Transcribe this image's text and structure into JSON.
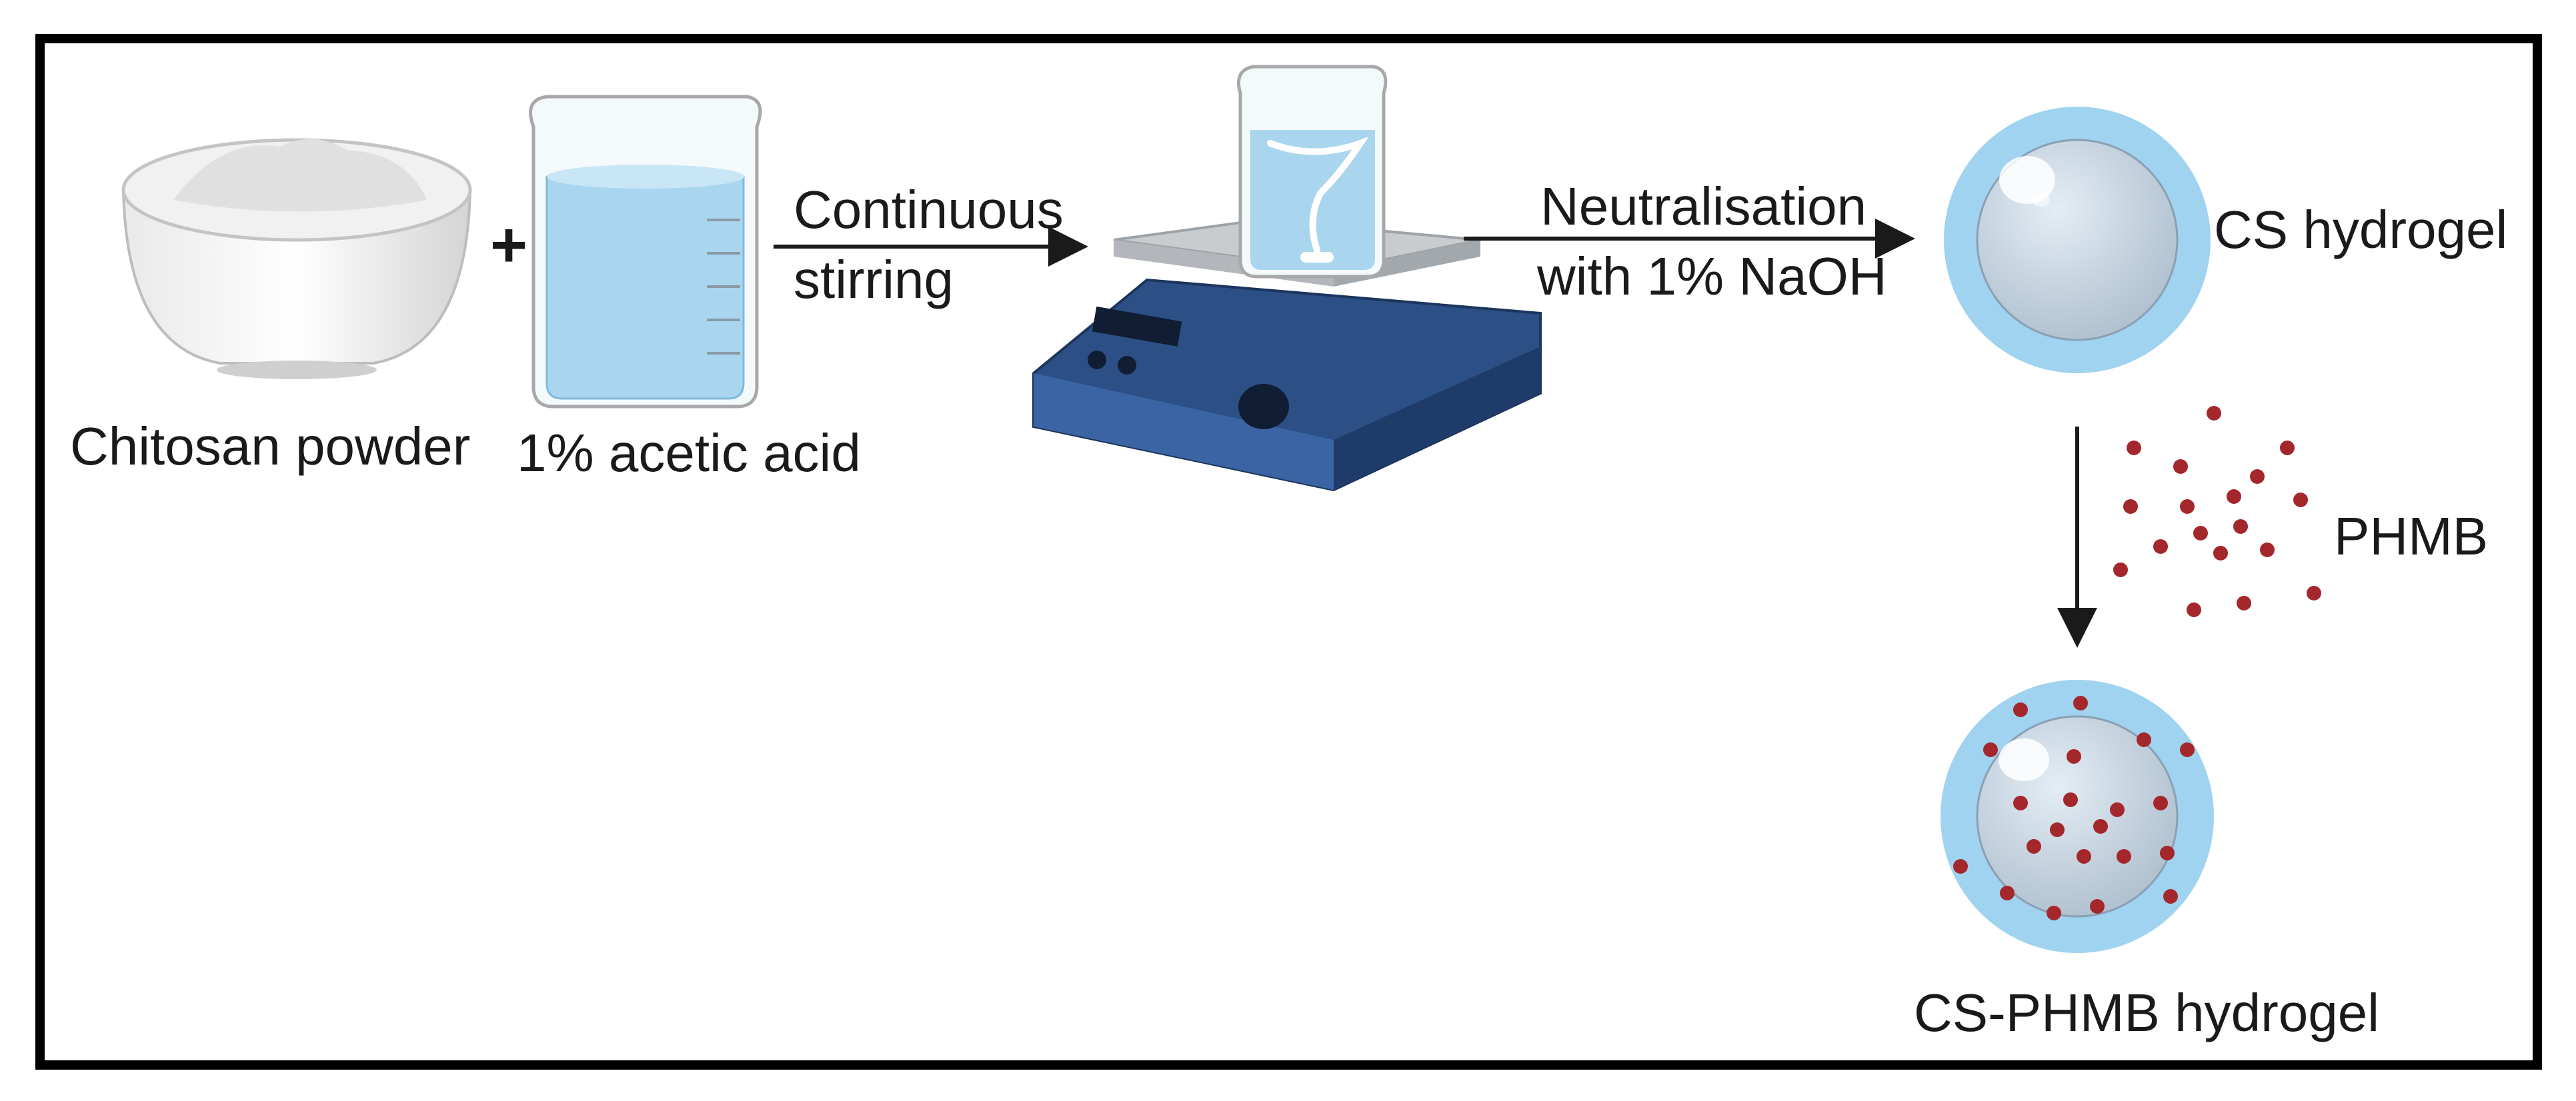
{
  "labels": {
    "chitosan_powder": "Chitosan powder",
    "plus": "+",
    "acetic_acid": "1% acetic acid",
    "stirring_line1": "Continuous",
    "stirring_line2": "stirring",
    "neutral_line1": "Neutralisation",
    "neutral_line2": "with 1% NaOH",
    "cs_hydrogel": "CS hydrogel",
    "phmb": "PHMB",
    "cs_phmb_hydrogel": "CS-PHMB hydrogel"
  },
  "colors": {
    "frame": "#000000",
    "liquid": "#a9d6ee",
    "hydrogel_ring": "#9fd3ef",
    "hydrogel_core": "#b9c8d6",
    "phmb_particle": "#a4272b",
    "stirrer_body": "#2c4f86",
    "stirrer_plate": "#c9cccf"
  },
  "icons": [
    "bowl-icon",
    "beaker-icon",
    "magnetic-stirrer-icon",
    "hydrogel-bead-icon",
    "particles-icon",
    "loaded-hydrogel-bead-icon"
  ]
}
